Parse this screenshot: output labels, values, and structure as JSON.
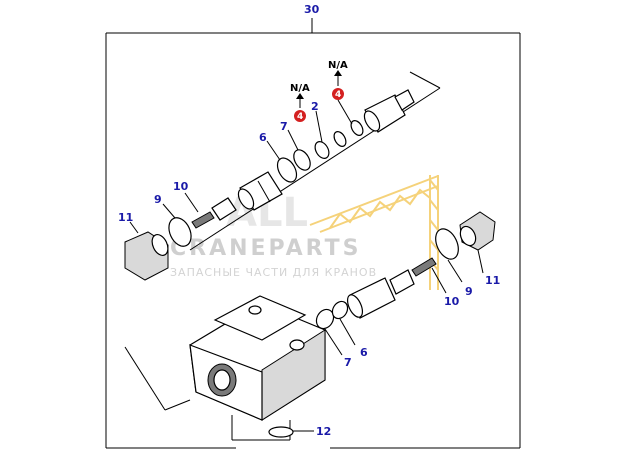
{
  "assembly_number": "30",
  "not_available_label": "N/A",
  "badge_number": "4",
  "callouts": {
    "p2": "2",
    "p6_top": "6",
    "p7_top": "7",
    "p9_left": "9",
    "p10_left": "10",
    "p11_left": "11",
    "p9_right": "9",
    "p10_right": "10",
    "p11_right": "11",
    "p7_bottom": "7",
    "p6_bottom": "6",
    "p12": "12"
  },
  "watermark": {
    "brand_left": "ALL",
    "brand_line": "CRANEPARTS",
    "tagline": "ЗАПАСНЫЕ ЧАСТИ ДЛЯ КРАНОВ"
  },
  "colors": {
    "callout": "#1a1aa8",
    "badge": "#d42020",
    "watermark_crane": "#f5d27a",
    "line": "#000000"
  }
}
